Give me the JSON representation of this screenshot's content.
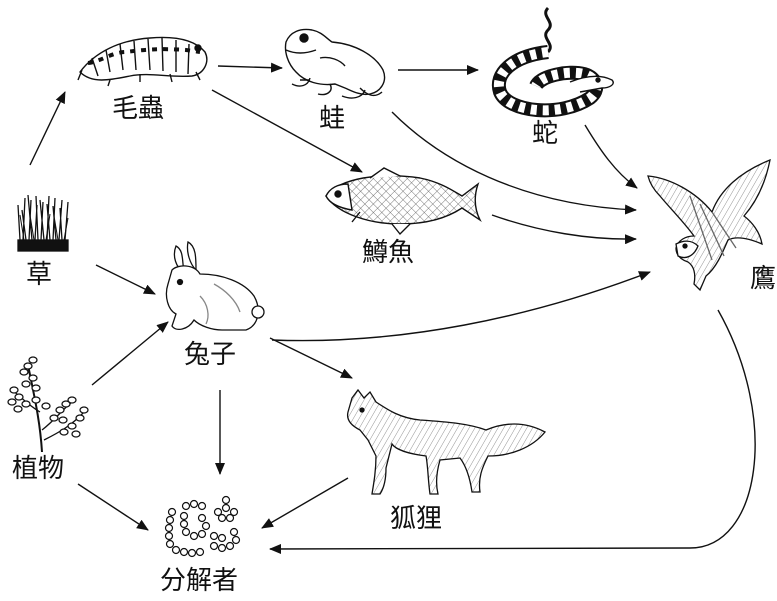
{
  "organisms": {
    "grass": "草",
    "caterpillar": "毛蟲",
    "frog": "蛙",
    "snake": "蛇",
    "trout": "鱒魚",
    "hawk": "鷹",
    "rabbit": "兔子",
    "plant": "植物",
    "fox": "狐狸",
    "decomposer": "分解者"
  },
  "food_web_links": [
    [
      "grass",
      "caterpillar"
    ],
    [
      "grass",
      "rabbit"
    ],
    [
      "plant",
      "rabbit"
    ],
    [
      "plant",
      "decomposer"
    ],
    [
      "caterpillar",
      "frog"
    ],
    [
      "caterpillar",
      "trout"
    ],
    [
      "frog",
      "snake"
    ],
    [
      "frog",
      "hawk"
    ],
    [
      "snake",
      "hawk"
    ],
    [
      "trout",
      "hawk"
    ],
    [
      "rabbit",
      "hawk"
    ],
    [
      "rabbit",
      "fox"
    ],
    [
      "rabbit",
      "decomposer"
    ],
    [
      "fox",
      "decomposer"
    ],
    [
      "hawk",
      "decomposer"
    ]
  ],
  "style": {
    "line_color": "#111111",
    "background": "#ffffff"
  }
}
